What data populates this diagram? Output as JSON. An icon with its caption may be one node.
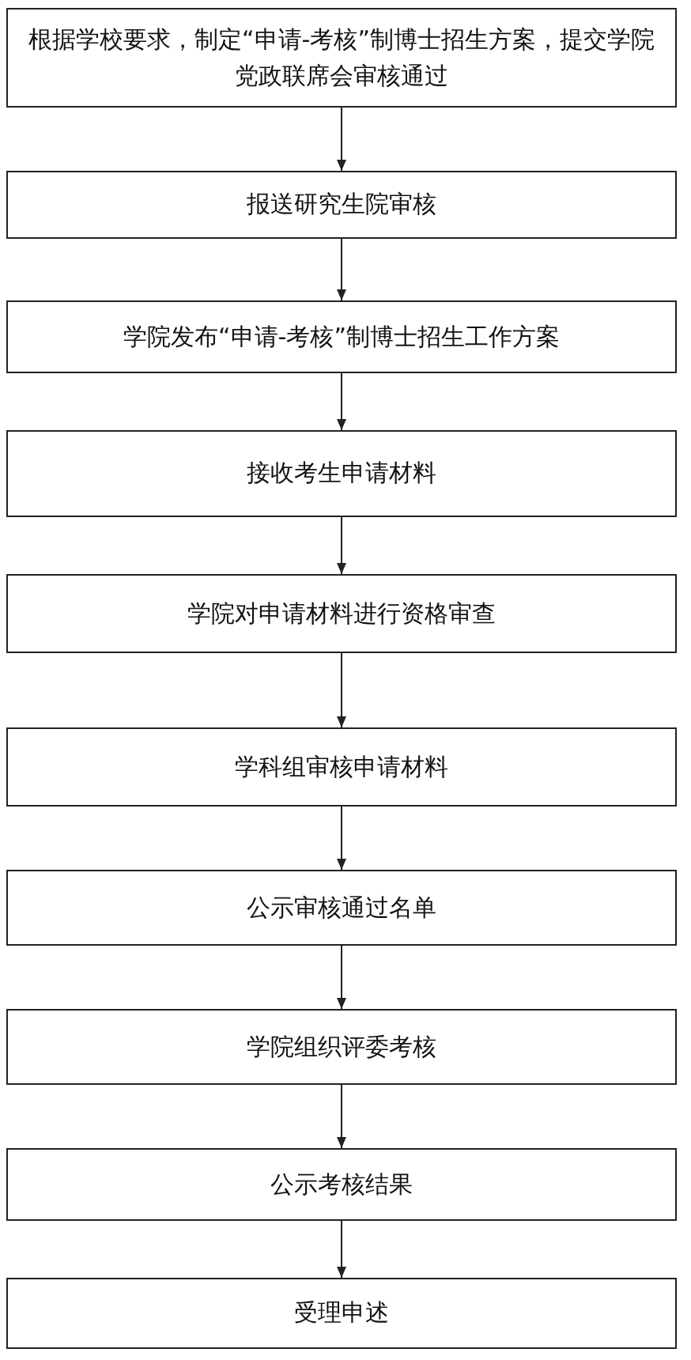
{
  "diagram": {
    "nodes": [
      {
        "text": [
          "根据学校要求，制定“申请-考核”制博士招生方案，提交学院党政联席会审核通过"
        ]
      },
      {
        "text": [
          "报送研究生院审核"
        ]
      },
      {
        "text": [
          "学院发布“申请-考核”制博士招生工作方案"
        ]
      },
      {
        "text": [
          "接收考生申请材料"
        ]
      },
      {
        "text": [
          "学院对申请材料进行资格审查"
        ]
      },
      {
        "text": [
          "学科组审核申请材料"
        ]
      },
      {
        "text": [
          "公示审核通过名单"
        ]
      },
      {
        "text": [
          "学院组织评委考核"
        ]
      },
      {
        "text": [
          "公示考核结果"
        ]
      },
      {
        "text": [
          "受理申述"
        ]
      }
    ],
    "edges": [
      {
        "from": 0,
        "to": 1,
        "arrow": "to"
      },
      {
        "from": 1,
        "to": 2,
        "arrow": "to"
      },
      {
        "from": 2,
        "to": 3,
        "arrow": "to"
      },
      {
        "from": 3,
        "to": 4,
        "arrow": "to"
      },
      {
        "from": 4,
        "to": 5,
        "arrow": "to"
      },
      {
        "from": 5,
        "to": 6,
        "arrow": "to"
      },
      {
        "from": 6,
        "to": 7,
        "arrow": "to"
      },
      {
        "from": 7,
        "to": 8,
        "arrow": "to"
      },
      {
        "from": 8,
        "to": 9,
        "arrow": "to"
      }
    ]
  }
}
